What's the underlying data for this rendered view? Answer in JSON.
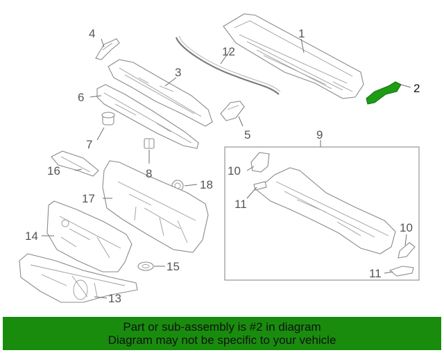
{
  "diagram": {
    "callouts": [
      {
        "id": "1",
        "label": "1"
      },
      {
        "id": "2",
        "label": "2"
      },
      {
        "id": "3",
        "label": "3"
      },
      {
        "id": "4",
        "label": "4"
      },
      {
        "id": "5",
        "label": "5"
      },
      {
        "id": "6",
        "label": "6"
      },
      {
        "id": "7",
        "label": "7"
      },
      {
        "id": "8",
        "label": "8"
      },
      {
        "id": "9",
        "label": "9"
      },
      {
        "id": "10a",
        "label": "10"
      },
      {
        "id": "10b",
        "label": "10"
      },
      {
        "id": "11a",
        "label": "11"
      },
      {
        "id": "11b",
        "label": "11"
      },
      {
        "id": "12",
        "label": "12"
      },
      {
        "id": "13",
        "label": "13"
      },
      {
        "id": "14",
        "label": "14"
      },
      {
        "id": "15",
        "label": "15"
      },
      {
        "id": "16",
        "label": "16"
      },
      {
        "id": "17",
        "label": "17"
      },
      {
        "id": "18",
        "label": "18"
      }
    ],
    "highlight_part": "2",
    "highlight_color": "#1e9c14"
  },
  "banner": {
    "line1": "Part or sub-assembly is #2 in diagram",
    "line2": "Diagram may not be specific to your vehicle",
    "color": "#198c0e"
  }
}
